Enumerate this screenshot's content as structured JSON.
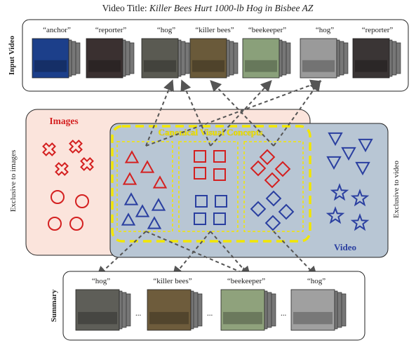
{
  "video_title": {
    "prefix": "Video Title: ",
    "text": "Killer Bees Hurt 1000-lb Hog in Bisbee AZ"
  },
  "input_video": {
    "side_label": "Input Video",
    "frames": [
      {
        "label": "“anchor”",
        "color": "#1c3f8a"
      },
      {
        "label": "“reporter”",
        "color": "#3a3030"
      },
      {
        "label": "“hog”",
        "color": "#5a5a52"
      },
      {
        "label": "“killer bees”",
        "color": "#6a5a3a"
      },
      {
        "label": "“beekeeper”",
        "color": "#8aa07a"
      },
      {
        "label": "“hog”",
        "color": "#9a9a9a"
      },
      {
        "label": "“reporter”",
        "color": "#3a3535"
      }
    ]
  },
  "images_region": {
    "title": "Images",
    "side_label": "Exclusive to images",
    "fill": "#fbe4dc",
    "accent": "#d42020"
  },
  "video_region": {
    "title": "Video",
    "side_label": "Exclusive to video",
    "fill": "#b8c6d4",
    "accent": "#2a3fa0"
  },
  "canonical": {
    "title": "Canonical Visual Concepts",
    "accent": "#f2e600"
  },
  "summary": {
    "side_label": "Summary",
    "frames": [
      {
        "label": "“hog”",
        "color": "#5e5e58"
      },
      {
        "label": "“killer bees”",
        "color": "#6e5c3c"
      },
      {
        "label": "“beekeeper”",
        "color": "#8fa27c"
      },
      {
        "label": "“hog”",
        "color": "#a0a0a0"
      }
    ],
    "ellipsis": "..."
  },
  "colors": {
    "red": "#d42020",
    "blue": "#2a3fa0",
    "arrow": "#555555"
  }
}
